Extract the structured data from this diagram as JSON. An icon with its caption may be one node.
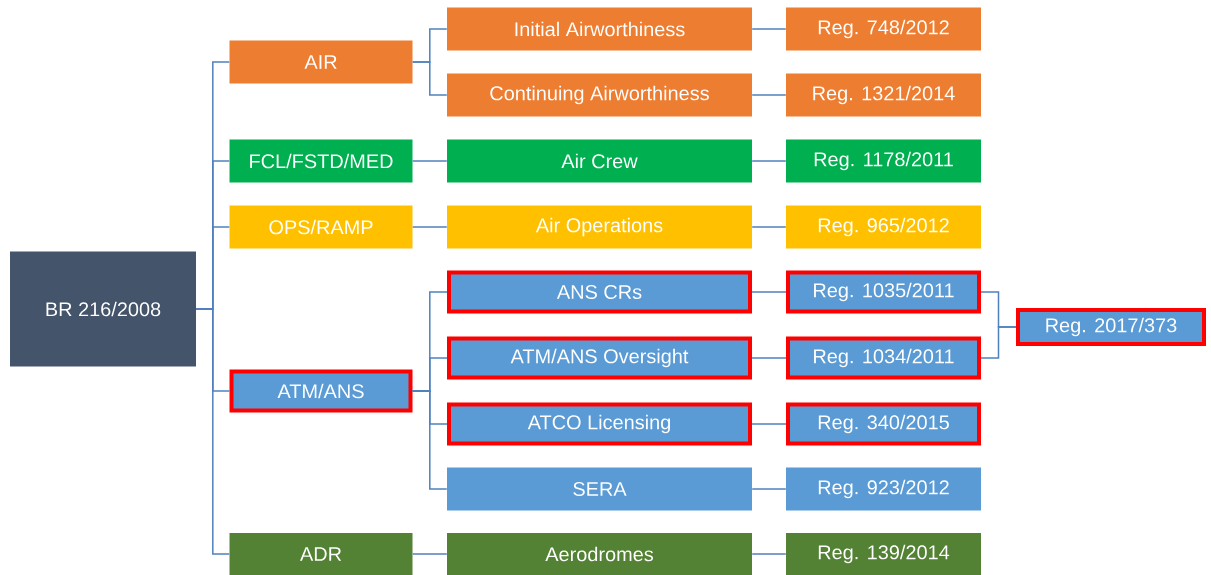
{
  "diagram": {
    "nodes": [
      {
        "text": [
          "BR 216/2008"
        ]
      },
      {
        "text": [
          "AIR"
        ]
      },
      {
        "text": [
          "Initial Airworthiness"
        ]
      },
      {
        "text": [
          "Reg. 748/2012"
        ]
      },
      {
        "text": [
          "Continuing Airworthiness"
        ]
      },
      {
        "text": [
          "Reg. 1321/2014"
        ]
      },
      {
        "text": [
          "FCL/FSTD/MED"
        ]
      },
      {
        "text": [
          "Air Crew"
        ]
      },
      {
        "text": [
          "Reg. 1178/2011"
        ]
      },
      {
        "text": [
          "OPS/RAMP"
        ]
      },
      {
        "text": [
          "Air Operations"
        ]
      },
      {
        "text": [
          "Reg. 965/2012"
        ]
      },
      {
        "text": [
          "ANS CRs"
        ]
      },
      {
        "text": [
          "Reg. 1035/2011"
        ]
      },
      {
        "text": [
          "Reg. 2017/373"
        ]
      },
      {
        "text": [
          "ATM/ANS Oversight"
        ]
      },
      {
        "text": [
          "Reg. 1034/2011"
        ]
      },
      {
        "text": [
          "ATM/ANS"
        ]
      },
      {
        "text": [
          "ATCO Licensing"
        ]
      },
      {
        "text": [
          "Reg. 340/2015"
        ]
      },
      {
        "text": [
          "SERA"
        ]
      },
      {
        "text": [
          "Reg. 923/2012"
        ]
      },
      {
        "text": [
          "ADR"
        ]
      },
      {
        "text": [
          "Aerodromes"
        ]
      },
      {
        "text": [
          "Reg. 139/2014"
        ]
      }
    ],
    "edges": [
      {
        "from": 0,
        "to": 1,
        "arrow": "none"
      },
      {
        "from": 0,
        "to": 6,
        "arrow": "none"
      },
      {
        "from": 0,
        "to": 9,
        "arrow": "none"
      },
      {
        "from": 0,
        "to": 17,
        "arrow": "none"
      },
      {
        "from": 0,
        "to": 22,
        "arrow": "none"
      },
      {
        "from": 1,
        "to": 2,
        "arrow": "none"
      },
      {
        "from": 1,
        "to": 4,
        "arrow": "none"
      },
      {
        "from": 2,
        "to": 3,
        "arrow": "none"
      },
      {
        "from": 4,
        "to": 5,
        "arrow": "none"
      },
      {
        "from": 6,
        "to": 7,
        "arrow": "none"
      },
      {
        "from": 7,
        "to": 8,
        "arrow": "none"
      },
      {
        "from": 9,
        "to": 10,
        "arrow": "none"
      },
      {
        "from": 10,
        "to": 11,
        "arrow": "none"
      },
      {
        "from": 17,
        "to": 12,
        "arrow": "none"
      },
      {
        "from": 17,
        "to": 15,
        "arrow": "none"
      },
      {
        "from": 17,
        "to": 18,
        "arrow": "none"
      },
      {
        "from": 17,
        "to": 20,
        "arrow": "none"
      },
      {
        "from": 12,
        "to": 13,
        "arrow": "none"
      },
      {
        "from": 15,
        "to": 16,
        "arrow": "none"
      },
      {
        "from": 18,
        "to": 19,
        "arrow": "none"
      },
      {
        "from": 20,
        "to": 21,
        "arrow": "none"
      },
      {
        "from": 22,
        "to": 23,
        "arrow": "none"
      },
      {
        "from": 23,
        "to": 24,
        "arrow": "none"
      },
      {
        "from": 13,
        "to": 14,
        "arrow": "none"
      },
      {
        "from": 16,
        "to": 14,
        "arrow": "none"
      }
    ]
  }
}
